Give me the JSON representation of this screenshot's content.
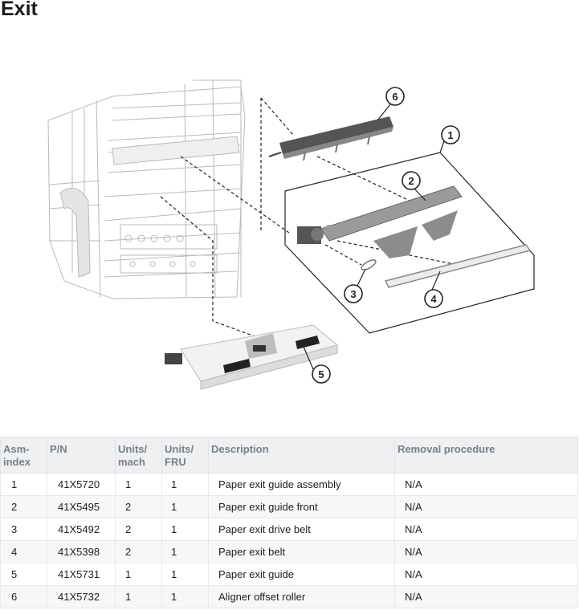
{
  "page": {
    "title": "Exit"
  },
  "callouts": [
    "1",
    "2",
    "3",
    "4",
    "5",
    "6"
  ],
  "table": {
    "headers": {
      "asm": [
        "Asm-",
        "index"
      ],
      "pn": "P/N",
      "units_mach": [
        "Units/",
        "mach"
      ],
      "units_fru": [
        "Units/",
        "FRU"
      ],
      "description": "Description",
      "removal": "Removal procedure"
    },
    "rows": [
      {
        "asm": "1",
        "pn": "41X5720",
        "units_mach": "1",
        "units_fru": "1",
        "description": "Paper exit guide assembly",
        "removal": "N/A"
      },
      {
        "asm": "2",
        "pn": "41X5495",
        "units_mach": "2",
        "units_fru": "1",
        "description": "Paper exit guide front",
        "removal": "N/A"
      },
      {
        "asm": "3",
        "pn": "41X5492",
        "units_mach": "2",
        "units_fru": "1",
        "description": "Paper exit drive belt",
        "removal": "N/A"
      },
      {
        "asm": "4",
        "pn": "41X5398",
        "units_mach": "2",
        "units_fru": "1",
        "description": "Paper exit belt",
        "removal": "N/A"
      },
      {
        "asm": "5",
        "pn": "41X5731",
        "units_mach": "1",
        "units_fru": "1",
        "description": "Paper exit guide",
        "removal": "N/A"
      },
      {
        "asm": "6",
        "pn": "41X5732",
        "units_mach": "1",
        "units_fru": "1",
        "description": "Aligner offset roller",
        "removal": "N/A"
      }
    ]
  }
}
